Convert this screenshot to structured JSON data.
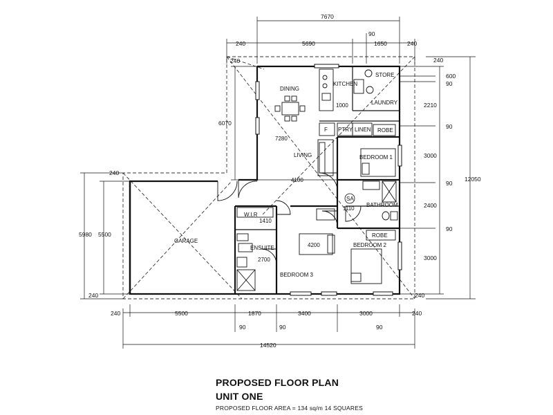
{
  "title": "PROPOSED FLOOR PLAN",
  "subtitle": "UNIT ONE",
  "area_note": "PROPOSED FLOOR AREA = 134 sq/m 14 SQUARES",
  "rooms": {
    "dining": "DINING",
    "kitchen": "KITCHEN",
    "store": "STORE",
    "laundry": "LAUNDRY",
    "kitchen_dim": "1000",
    "fridge": "F",
    "pantry": "PTRY",
    "linen": "LINEN",
    "robe_top": "ROBE",
    "living": "LIVING",
    "living_dim": "7280",
    "living_width": "4100",
    "bedroom1": "BEDROOM 1",
    "sa": "SA",
    "sa_dim": "1110",
    "bathroom": "BATHROOM",
    "robe_bottom": "ROBE",
    "bedroom2": "BEDROOM 2",
    "wir": "W.I.R",
    "wir_dim": "1410",
    "ensuite": "ENSUITE",
    "ensuite_dim": "2700",
    "bed3_dim": "4200",
    "bedroom3": "BEDROOM 3",
    "garage": "GARAGE"
  },
  "dimensions": {
    "top_total": "7670",
    "top_wall_left": "240",
    "top_a": "5690",
    "top_b": "1650",
    "top_wall_right": "240",
    "top_90": "90",
    "left_upper": "6070",
    "left_240_top": "240",
    "garage_240_top": "240",
    "garage_outer": "5980",
    "garage_inner": "5500",
    "garage_240_bottom": "240",
    "right_600": "600",
    "right_90_a": "90",
    "right_240_top": "240",
    "right_2210": "2210",
    "right_90_b": "90",
    "right_3000_a": "3000",
    "right_90_c": "90",
    "right_2400": "2400",
    "right_90_d": "90",
    "right_3000_b": "3000",
    "right_240_bottom": "240",
    "right_total": "12050",
    "bottom_240_left": "240",
    "bottom_5500": "5500",
    "bottom_1870": "1870",
    "bottom_3400": "3400",
    "bottom_3000": "3000",
    "bottom_240_right": "240",
    "bottom_90_a": "90",
    "bottom_90_b": "90",
    "bottom_90_c": "90",
    "bottom_total": "14520"
  }
}
